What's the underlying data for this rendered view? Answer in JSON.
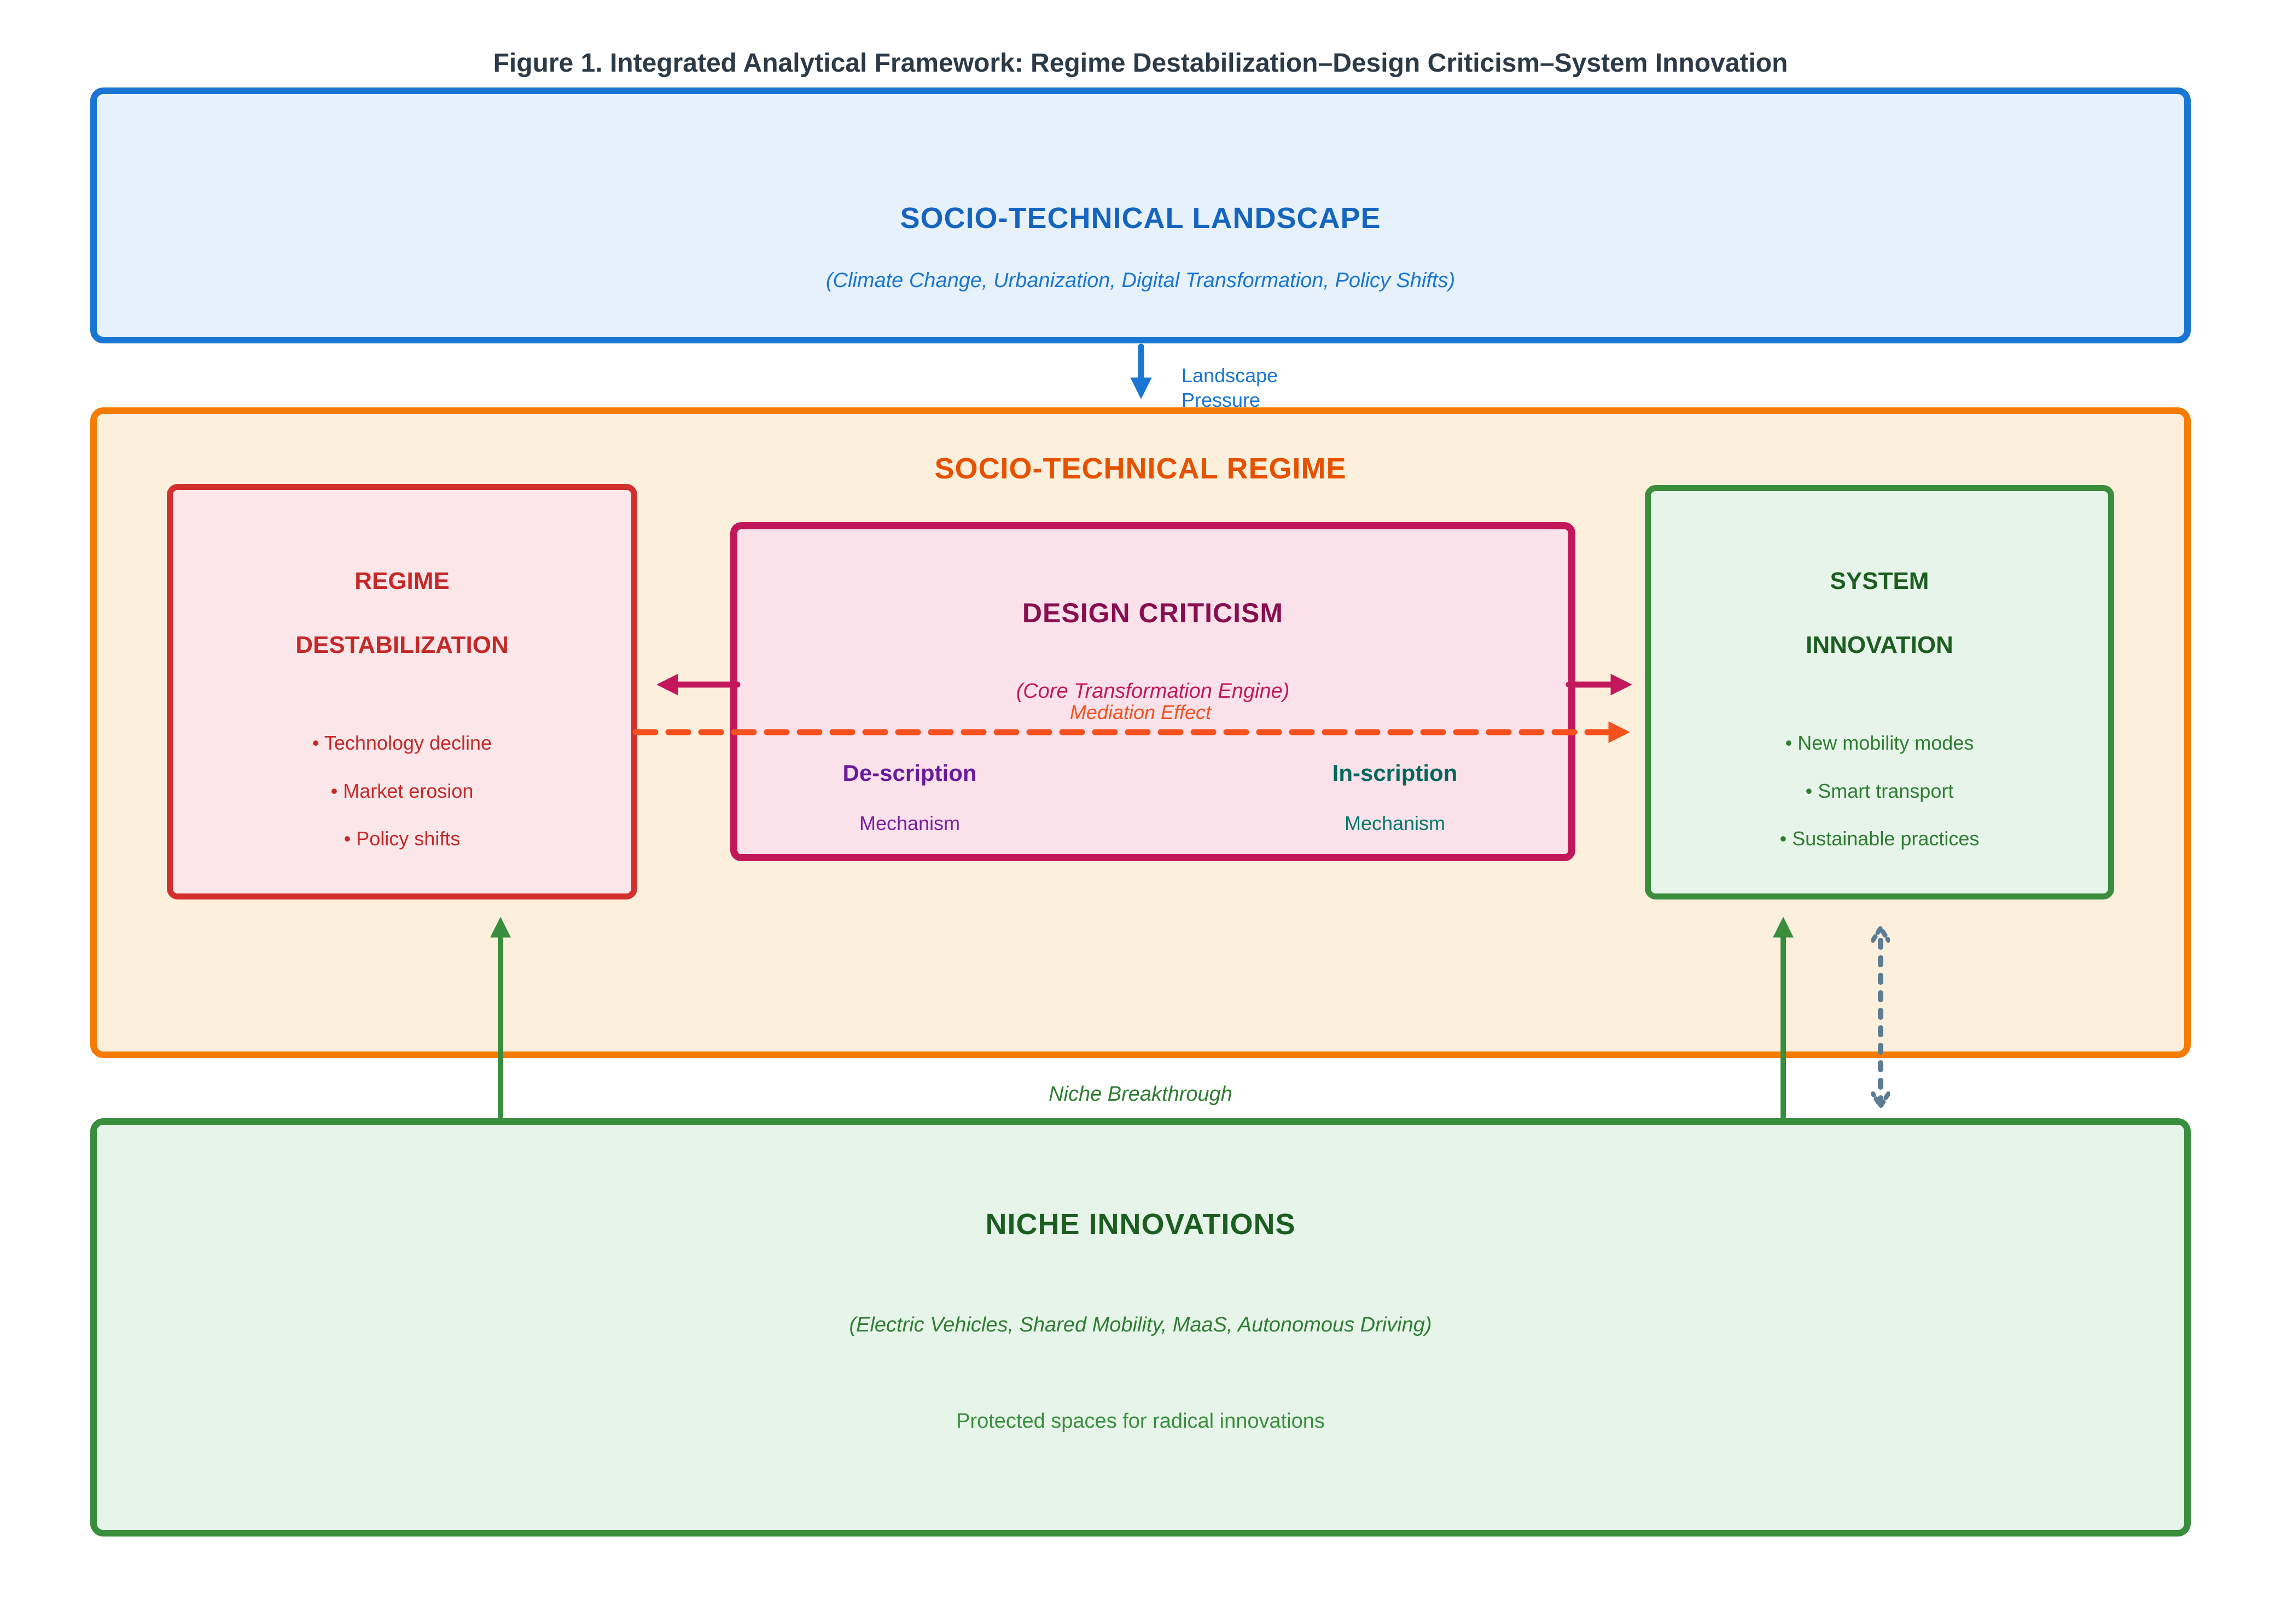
{
  "figure": {
    "title": "Figure 1. Integrated Analytical Framework: Regime Destabilization–Design Criticism–System Innovation"
  },
  "landscape": {
    "title": "SOCIO-TECHNICAL LANDSCAPE",
    "subtitle": "(Climate Change, Urbanization, Digital Transformation, Policy Shifts)"
  },
  "regime": {
    "title": "SOCIO-TECHNICAL REGIME",
    "destabilization": {
      "title_line1": "REGIME",
      "title_line2": "DESTABILIZATION",
      "bullets": [
        "• Technology decline",
        "• Market erosion",
        "• Policy shifts"
      ]
    },
    "design_criticism": {
      "title": "DESIGN CRITICISM",
      "subtitle": "(Core Transformation Engine)",
      "mediation_label": "Mediation Effect",
      "description_title": "De-scription",
      "description_sub": "Mechanism",
      "inscription_title": "In-scription",
      "inscription_sub": "Mechanism"
    },
    "system_innovation": {
      "title_line1": "SYSTEM",
      "title_line2": "INNOVATION",
      "bullets": [
        "• New mobility modes",
        "• Smart transport",
        "• Sustainable practices"
      ]
    }
  },
  "niche": {
    "title": "NICHE INNOVATIONS",
    "subtitle": "(Electric Vehicles, Shared Mobility, MaaS, Autonomous Driving)",
    "body": "Protected spaces for radical innovations"
  },
  "arrow_labels": {
    "landscape_pressure_line1": "Landscape",
    "landscape_pressure_line2": "Pressure",
    "niche_breakthrough": "Niche Breakthrough"
  },
  "colors": {
    "title_text": "#2C3A47",
    "landscape_border": "#1976D2",
    "landscape_fill": "#E6F1FB",
    "landscape_text": "#1565C0",
    "regime_border": "#F57C00",
    "regime_fill": "#FCF0DC",
    "regime_text": "#E65100",
    "destabilization_border": "#D32F2F",
    "destabilization_fill": "#FBE7EA",
    "destabilization_text": "#C62828",
    "criticism_border": "#C2185B",
    "criticism_fill": "#FAE1EA",
    "criticism_text": "#880E4F",
    "description_text": "#6A1B9A",
    "inscription_text": "#00695C",
    "mediation_orange": "#F4511E",
    "innovation_border": "#388E3C",
    "innovation_fill": "#E7F4E9",
    "innovation_text": "#1B5E20",
    "niche_text": "#2E7D32",
    "pressure_arrow": "#1976D2",
    "criticism_arrow": "#C2185B",
    "breakthrough_arrow": "#388E3C",
    "feedback_arrow": "#5D7B93"
  }
}
